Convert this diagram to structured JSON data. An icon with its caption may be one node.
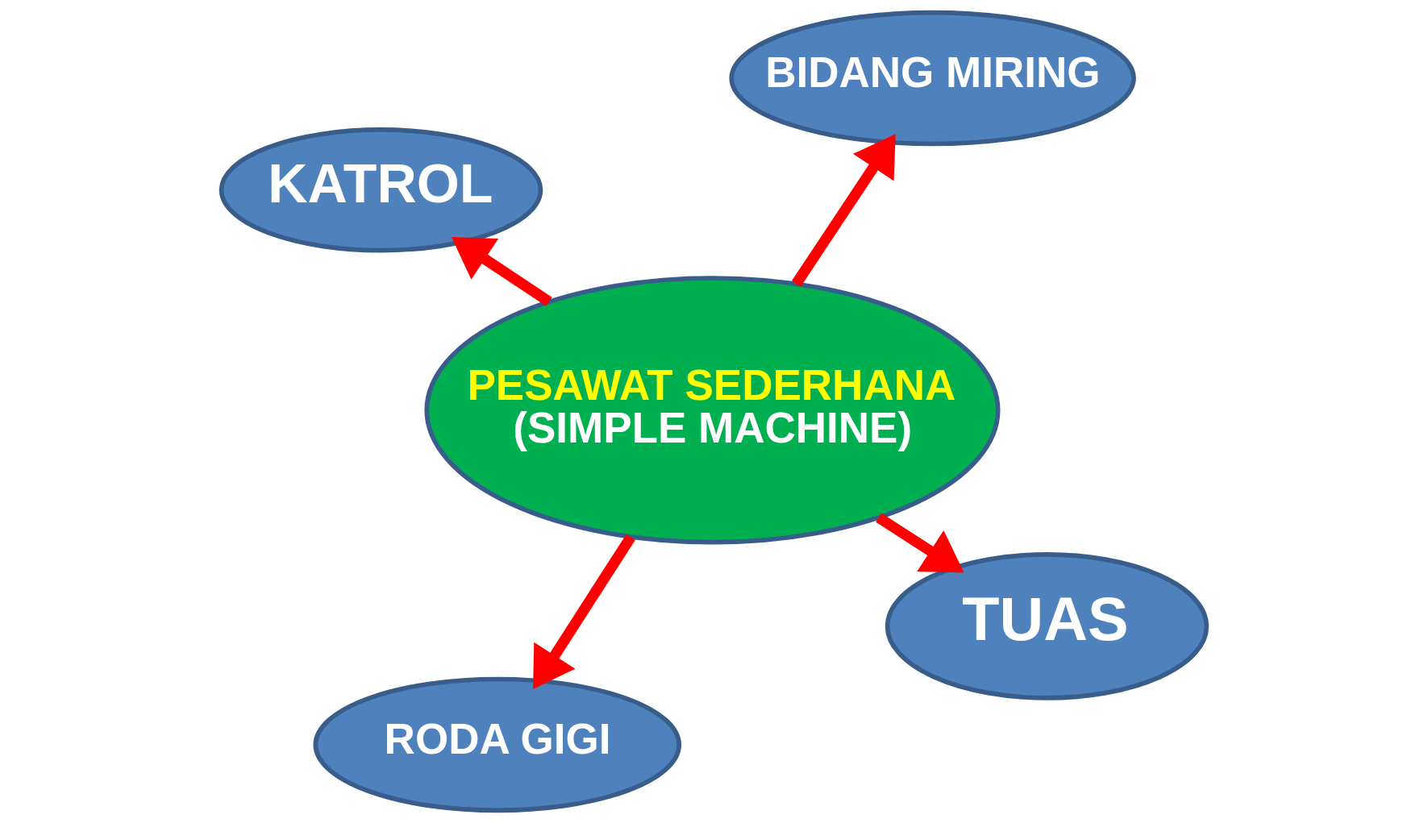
{
  "diagram": {
    "nodes": [
      {
        "text": [
          "PESAWAT SEDERHANA",
          "(SIMPLE MACHINE)"
        ]
      },
      {
        "text": [
          "TUAS"
        ]
      },
      {
        "text": [
          "RODA GIGI"
        ]
      },
      {
        "text": [
          "KATROL"
        ]
      },
      {
        "text": [
          "BIDANG MIRING"
        ]
      }
    ],
    "edges": [
      {
        "from": 0,
        "to": 1,
        "arrow": "to"
      },
      {
        "from": 0,
        "to": 2,
        "arrow": "to"
      },
      {
        "from": 0,
        "to": 3,
        "arrow": "to"
      },
      {
        "from": 0,
        "to": 4,
        "arrow": "to"
      }
    ]
  }
}
